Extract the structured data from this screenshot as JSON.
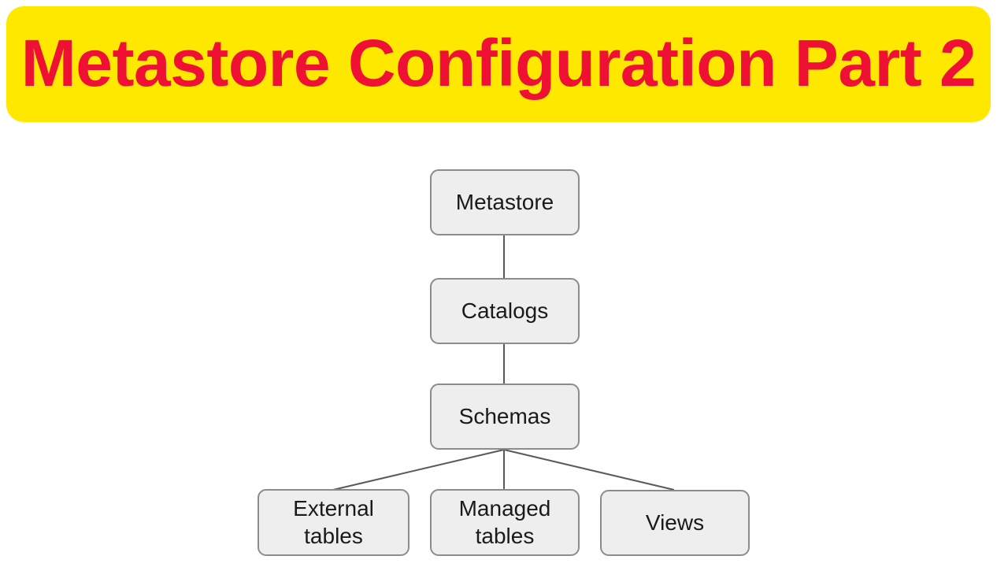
{
  "banner": {
    "title": "Metastore Configuration Part 2",
    "background_color": "#FFE800",
    "text_color": "#EE1133"
  },
  "diagram": {
    "type": "hierarchy-tree",
    "node_fill_color": "#EEEEEE",
    "node_border_color": "#8C8C8C",
    "node_text_color": "#1A1A1A",
    "connector_color": "#5A5A5A",
    "nodes": [
      {
        "id": "metastore",
        "label": "Metastore",
        "level": 0
      },
      {
        "id": "catalogs",
        "label": "Catalogs",
        "level": 1
      },
      {
        "id": "schemas",
        "label": "Schemas",
        "level": 2
      },
      {
        "id": "external_tables",
        "label": "External\ntables",
        "level": 3
      },
      {
        "id": "managed_tables",
        "label": "Managed\ntables",
        "level": 3
      },
      {
        "id": "views",
        "label": "Views",
        "level": 3
      }
    ],
    "edges": [
      {
        "from": "metastore",
        "to": "catalogs"
      },
      {
        "from": "catalogs",
        "to": "schemas"
      },
      {
        "from": "schemas",
        "to": "external_tables"
      },
      {
        "from": "schemas",
        "to": "managed_tables"
      },
      {
        "from": "schemas",
        "to": "views"
      }
    ]
  }
}
